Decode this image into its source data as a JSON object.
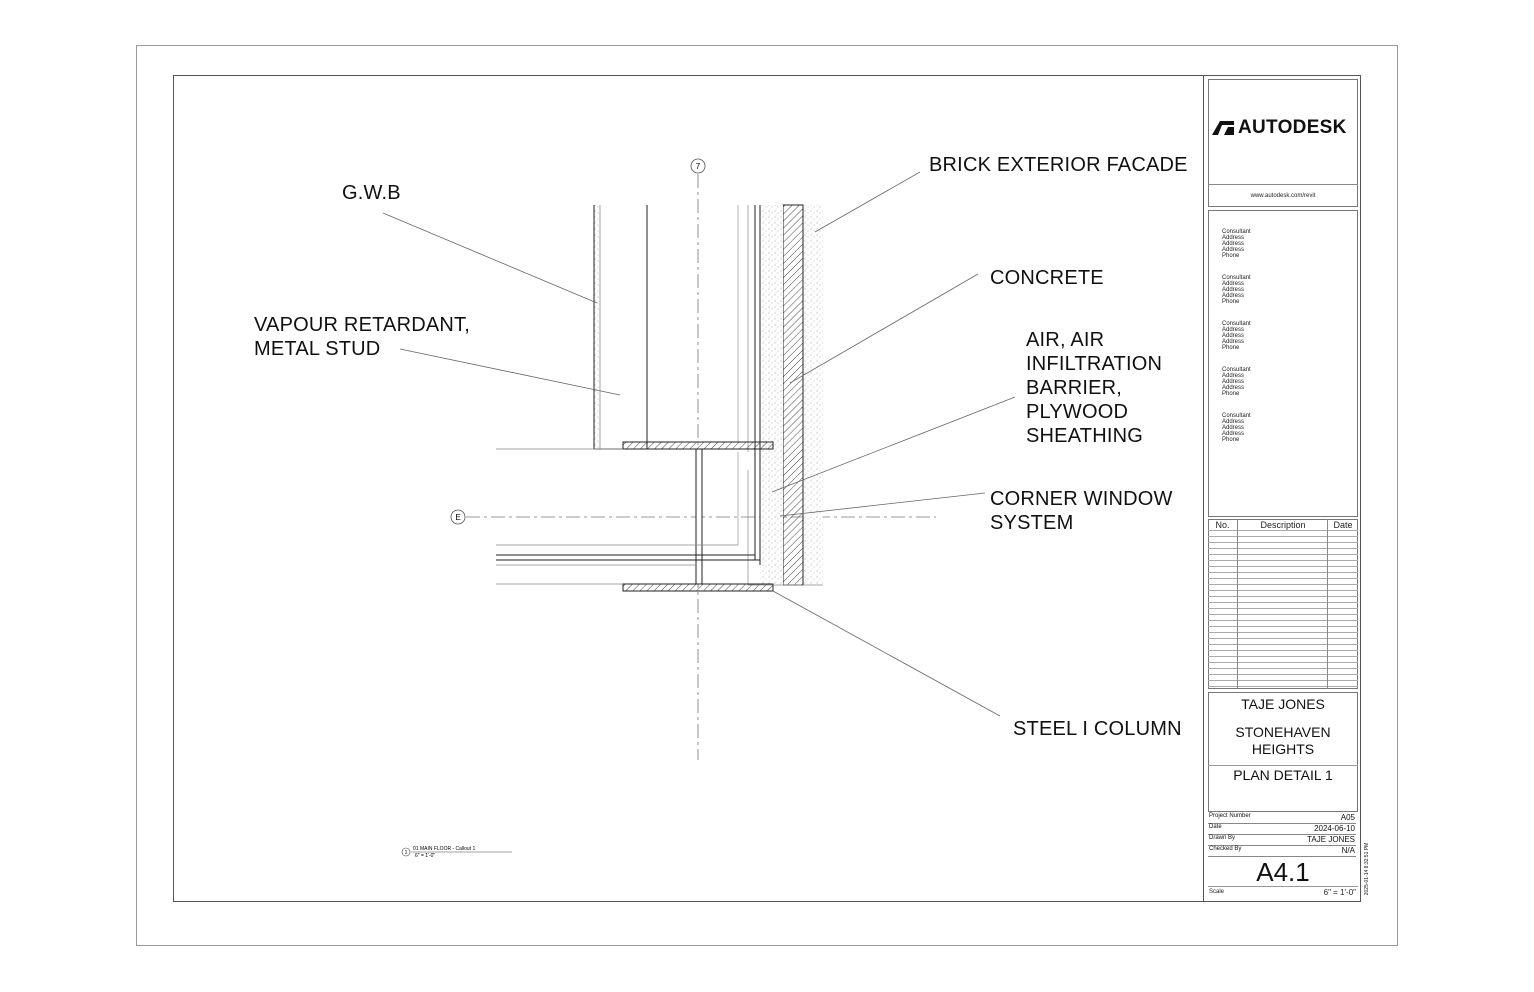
{
  "callouts": {
    "gwb": "G.W.B",
    "vapour": "VAPOUR RETARDANT,\nMETAL STUD",
    "brick": "BRICK EXTERIOR FACADE",
    "concrete": "CONCRETE",
    "air": "AIR, AIR\nINFILTRATION\nBARRIER,\nPLYWOOD\nSHEATHING",
    "window": "CORNER WINDOW\nSYSTEM",
    "steel": "STEEL I COLUMN"
  },
  "grid": {
    "vertical": "7",
    "horizontal": "E"
  },
  "view_title": {
    "number": "1",
    "name": "01 MAIN FLOOR - Callout 1",
    "scale": "6\" = 1'-0\""
  },
  "title_block": {
    "logo": "AUTODESK",
    "website": "www.autodesk.com/revit",
    "consultants": [
      [
        "Consultant",
        "Address",
        "Address",
        "Address",
        "Phone"
      ],
      [
        "Consultant",
        "Address",
        "Address",
        "Address",
        "Phone"
      ],
      [
        "Consultant",
        "Address",
        "Address",
        "Address",
        "Phone"
      ],
      [
        "Consultant",
        "Address",
        "Address",
        "Address",
        "Phone"
      ],
      [
        "Consultant",
        "Address",
        "Address",
        "Address",
        "Phone"
      ]
    ],
    "revision_headers": {
      "no": "No.",
      "description": "Description",
      "date": "Date"
    },
    "designer": "TAJE JONES",
    "project": "STONEHAVEN\nHEIGHTS",
    "sheet_name": "PLAN DETAIL 1",
    "meta": {
      "project_number_label": "Project Number",
      "project_number": "A05",
      "date_label": "Date",
      "date": "2024-06-10",
      "drawn_by_label": "Drawn By",
      "drawn_by": "TAJE JONES",
      "checked_by_label": "Checked By",
      "checked_by": "N/A"
    },
    "sheet_number": "A4.1",
    "scale_label": "Scale",
    "scale": "6\" = 1'-0\"",
    "print_stamp": "2025-01-14 8:32:51 PM"
  }
}
